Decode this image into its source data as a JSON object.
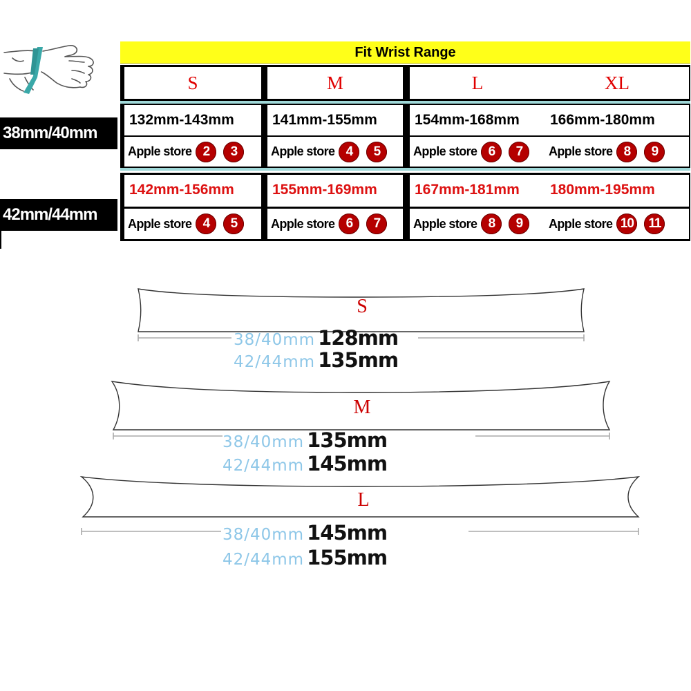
{
  "header": {
    "title": "Fit Wrist Range"
  },
  "sizes": [
    "S",
    "M",
    "L",
    "XL"
  ],
  "groups": [
    {
      "label": "38mm/40mm",
      "ranges": [
        "132mm-143mm",
        "141mm-155mm",
        "154mm-168mm",
        "166mm-180mm"
      ],
      "store_label": "Apple store",
      "store_numbers": [
        [
          "2",
          "3"
        ],
        [
          "4",
          "5"
        ],
        [
          "6",
          "7"
        ],
        [
          "8",
          "9"
        ]
      ]
    },
    {
      "label": "42mm/44mm",
      "ranges": [
        "142mm-156mm",
        "155mm-169mm",
        "167mm-181mm",
        "180mm-195mm"
      ],
      "store_label": "Apple store",
      "store_numbers": [
        [
          "4",
          "5"
        ],
        [
          "6",
          "7"
        ],
        [
          "8",
          "9"
        ],
        [
          "10",
          "11"
        ]
      ]
    }
  ],
  "bands": [
    {
      "size": "S",
      "lines": [
        {
          "watch": "38/40mm",
          "length": "128mm"
        },
        {
          "watch": "42/44mm",
          "length": "135mm"
        }
      ]
    },
    {
      "size": "M",
      "lines": [
        {
          "watch": "38/40mm",
          "length": "135mm"
        },
        {
          "watch": "42/44mm",
          "length": "145mm"
        }
      ]
    },
    {
      "size": "L",
      "lines": [
        {
          "watch": "38/40mm",
          "length": "145mm"
        },
        {
          "watch": "42/44mm",
          "length": "155mm"
        }
      ]
    }
  ],
  "colors": {
    "title_bg": "#ffff19",
    "size_letter": "#e00000",
    "range_red": "#dd1111",
    "badge": "#b50000",
    "watch_label": "#8ec7e8",
    "divider": "#9fd8d8"
  },
  "icons": {
    "wrist": "wrist-measure-icon"
  }
}
